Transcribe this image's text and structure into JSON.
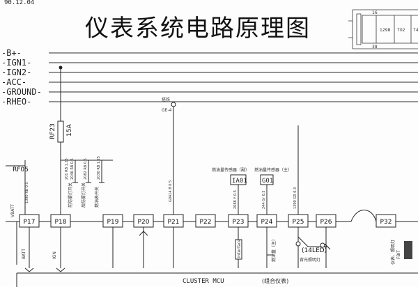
{
  "header": {
    "date": "90.12.04",
    "title": "仪表系统电路原理图",
    "connector_pins": {
      "top": "16",
      "bottom": "38",
      "labels": [
        "1298",
        "702",
        "74"
      ]
    }
  },
  "rails": [
    "B+",
    "IGN1",
    "IGN2",
    "ACC",
    "GROUND",
    "RHEO"
  ],
  "fuse": {
    "name": "RF23",
    "rating": "15A",
    "wire": "201 RB 1.25"
  },
  "splice": {
    "label": "搭铁",
    "sub": "GE-4"
  },
  "rf05": {
    "label": "RF05",
    "wire": "1090 RB 0.5"
  },
  "wires": {
    "p18a": "2046 RB 0.5",
    "p18b": "2082 RB 0.5",
    "p18c": "2030 RB 1.25",
    "p21": "G0414 B 0.5",
    "p23": "2088 Y 0.5",
    "p24": "244 Gr 0.5",
    "p25": "1399 GR 0.3"
  },
  "notes": {
    "n1": "前防雾灯开关",
    "n2": "后防雾灯开关",
    "n3": "燃油表开关",
    "n4": "燃油量传感器（副）",
    "n5": "燃油量传感器（主）",
    "batt": "BATT",
    "ign": "IGN",
    "interface": "Interface",
    "p24_note": "燃油量（主）",
    "led_note": "背光照明灯",
    "right_note": "仪表、照明灯"
  },
  "sensors": {
    "ia01": "IA01",
    "g01": "G01"
  },
  "pins": [
    "P17",
    "P18",
    "P19",
    "P20",
    "P21",
    "P22",
    "P23",
    "P24",
    "P25",
    "P26",
    "P32"
  ],
  "led": "(14LED)",
  "lamp_id": "FBIT",
  "cluster": {
    "label": "CLUSTER   MCU",
    "sub": "(组合仪表)"
  },
  "side": {
    "vbatt": "VBATT"
  }
}
